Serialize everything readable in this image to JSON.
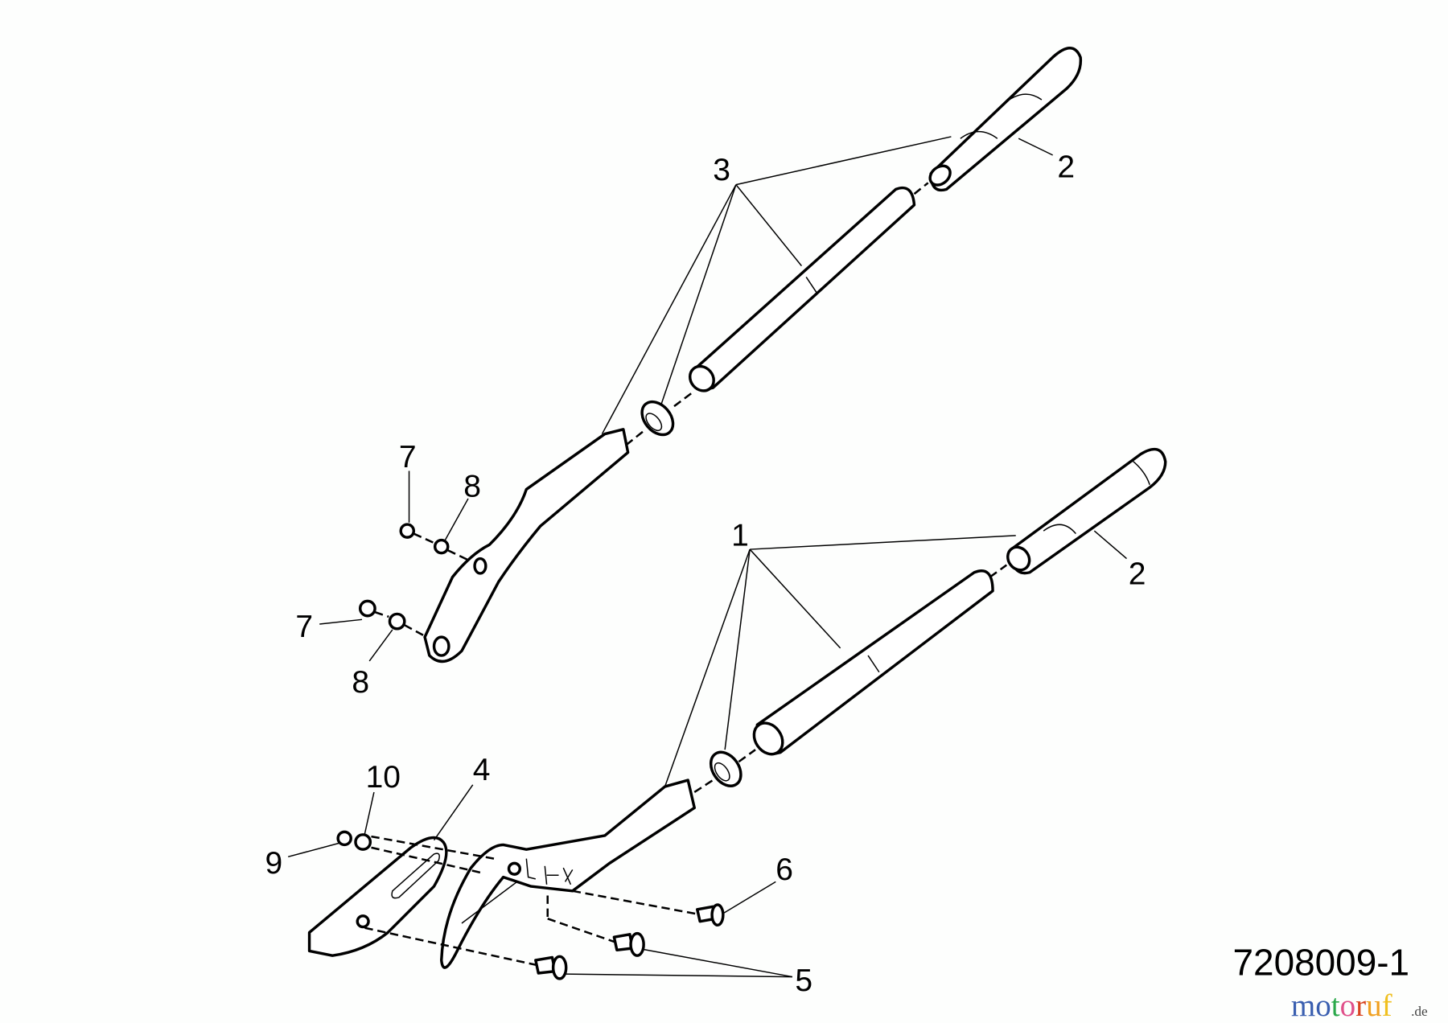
{
  "diagram": {
    "callouts": {
      "upper_handle_assembly": "3",
      "upper_grip": "2",
      "upper_nut_a": "7",
      "upper_washer_a": "8",
      "upper_nut_b": "7",
      "upper_washer_b": "8",
      "lower_handle_assembly": "1",
      "lower_grip": "2",
      "washer": "10",
      "anvil_blade": "4",
      "nut": "9",
      "bolt": "6",
      "bolts": "5"
    },
    "diagram_number": "7208009-1",
    "watermark": {
      "letters": [
        "m",
        "o",
        "t",
        "o",
        "r",
        "u",
        "f"
      ],
      "colors": [
        "#3a5fb0",
        "#3a5fb0",
        "#2aa84a",
        "#e0508a",
        "#d8431f",
        "#f0a020",
        "#f0c020"
      ],
      "suffix": ".de",
      "text": "motoruf.de"
    }
  }
}
